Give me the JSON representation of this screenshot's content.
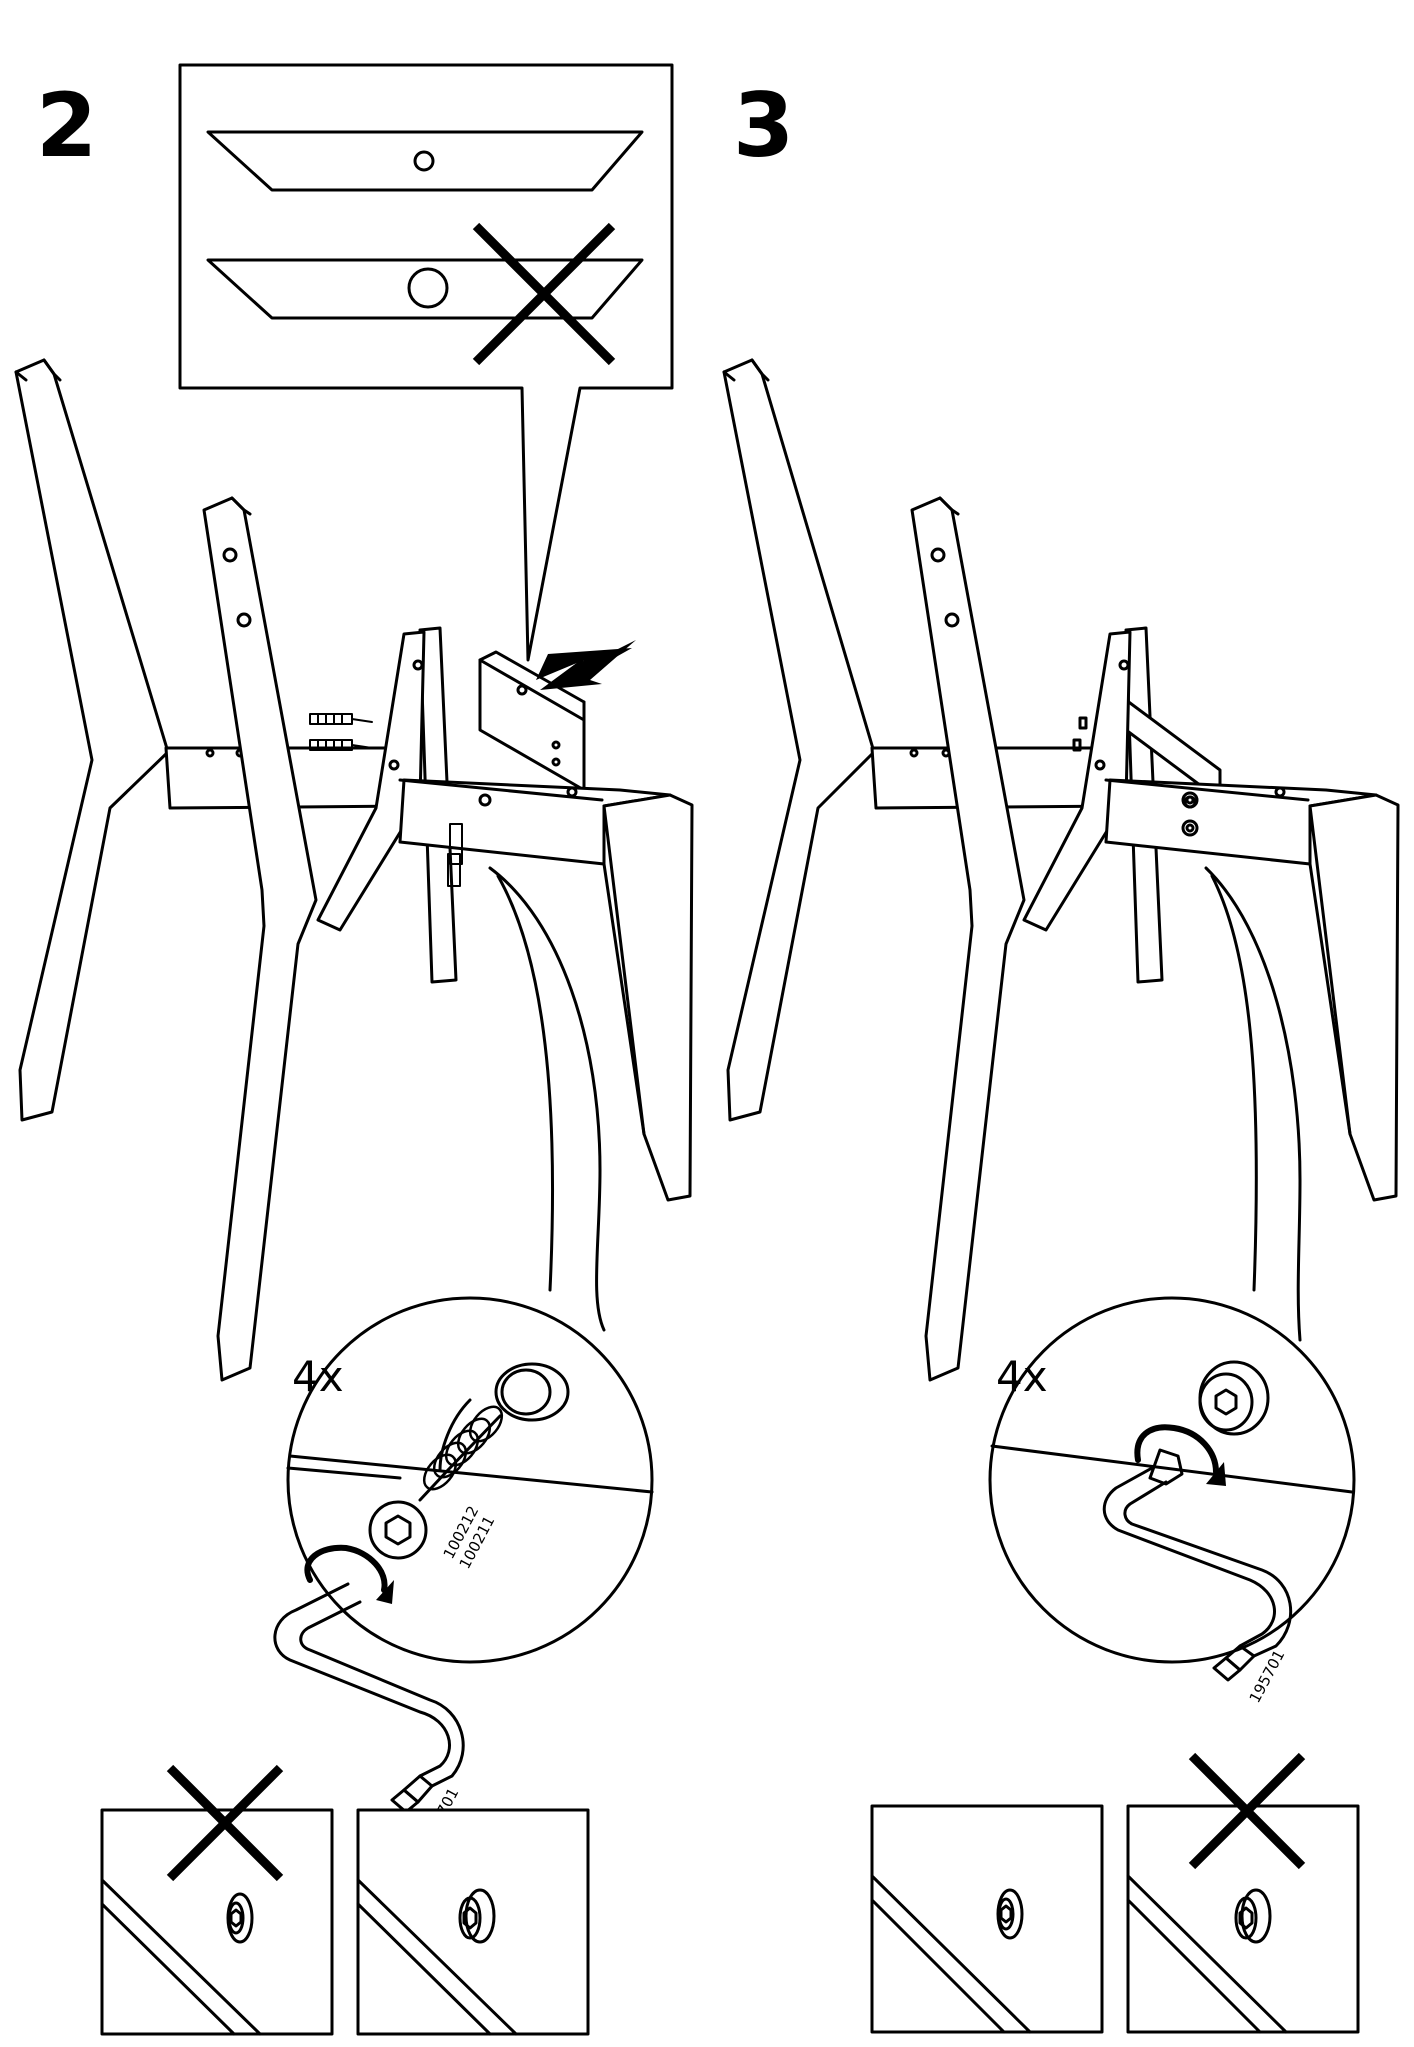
{
  "step2": {
    "number": "2",
    "quantity": "4x",
    "part_ids": [
      "100212",
      "100211"
    ],
    "tool_id": "195701"
  },
  "step3": {
    "number": "3",
    "quantity": "4x",
    "tool_id": "195701"
  },
  "icons": [
    "cross-mark-icon",
    "arrow-icon",
    "allen-key-icon",
    "bolt-icon",
    "rotation-arrow-icon"
  ]
}
